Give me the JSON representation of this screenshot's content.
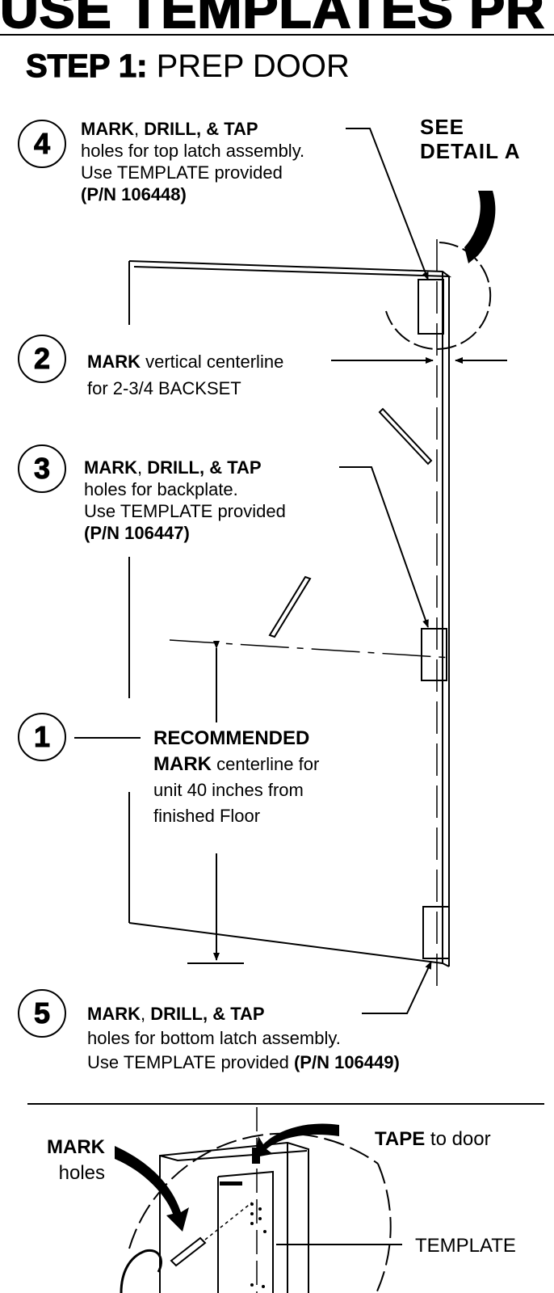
{
  "header": {
    "title": "USE TEMPLATES PR"
  },
  "step": {
    "label": "STEP 1:",
    "title": "PREP DOOR"
  },
  "callouts": [
    {
      "number": "4",
      "lines": [
        "MARK",
        ", ",
        "DRILL, & TAP"
      ],
      "l2": "holes for top latch assembly.",
      "l3": "Use TEMPLATE provided",
      "l4": "(P/N 106448)"
    },
    {
      "number": "2",
      "bold": "MARK",
      "rest": " vertical centerline",
      "l2": "for 2-3/4 BACKSET"
    },
    {
      "number": "3",
      "lines": [
        "MARK",
        ", ",
        "DRILL, & TAP"
      ],
      "l2": "holes for backplate.",
      "l3": "Use TEMPLATE provided",
      "l4": "(P/N 106447)"
    },
    {
      "number": "1",
      "l1": "RECOMMENDED",
      "bold": "MARK",
      "rest": " centerline for",
      "l3": "unit 40 inches from",
      "l4": "finished Floor"
    },
    {
      "number": "5",
      "lines": [
        "MARK",
        ", ",
        "DRILL, & TAP"
      ],
      "l2": "holes for bottom latch assembly.",
      "l3a": "Use TEMPLATE provided ",
      "l3b": "(P/N 106449)"
    }
  ],
  "detail_ref": {
    "l1": "SEE",
    "l2": "DETAIL A"
  },
  "detail": {
    "mark_bold": "MARK",
    "mark_rest": "holes",
    "tape_bold": "TAPE",
    "tape_rest": " to door",
    "template_label": "TEMPLATE"
  },
  "colors": {
    "ink": "#000000",
    "background": "#ffffff"
  }
}
